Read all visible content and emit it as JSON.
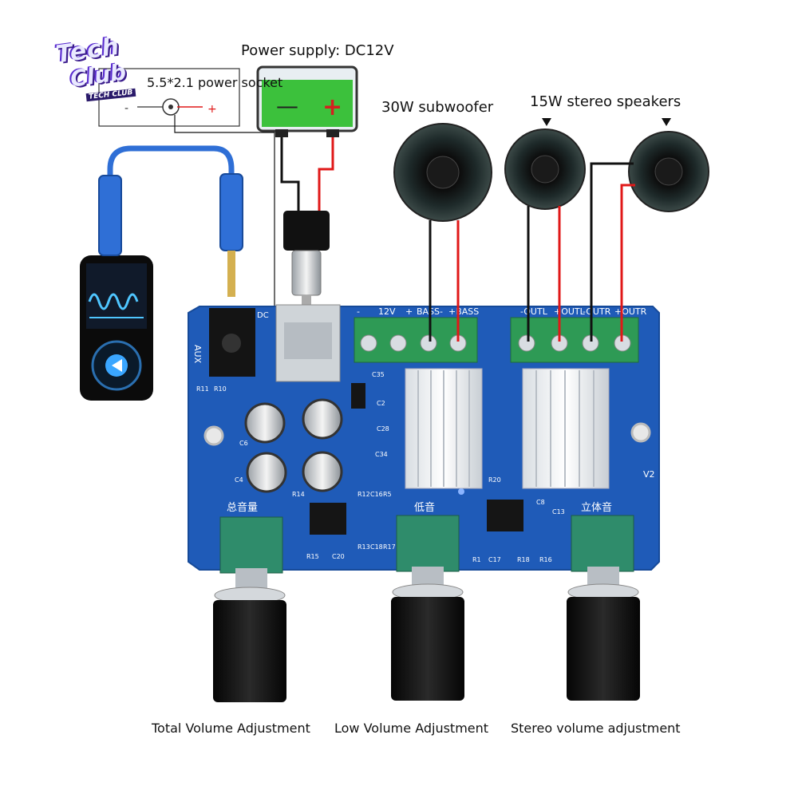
{
  "logo": {
    "line1": "Tech",
    "line2": "Club",
    "sub": "TECH CLUB"
  },
  "power_supply": {
    "title": "Power supply: DC12V",
    "minus": "—",
    "plus": "+"
  },
  "socket": {
    "label": "5.5*2.1 power socket",
    "minus": "-",
    "plus": "+"
  },
  "speakers": {
    "sub_label": "30W subwoofer",
    "stereo_label": "15W stereo speakers"
  },
  "board": {
    "terminal_labels": [
      "-",
      "12V",
      "+",
      "BASS-",
      "+BASS",
      "-OUTL",
      "+OUTL",
      "-OUTR",
      "+OUTR"
    ],
    "aux": "AUX",
    "dc": "DC",
    "version": "V2",
    "knob_labels": [
      "总音量",
      "低音",
      "立体音"
    ],
    "components": [
      "R11",
      "R10",
      "C35",
      "C2",
      "C28",
      "C34",
      "C6",
      "C4",
      "R14",
      "R12",
      "C16",
      "R5",
      "R15",
      "C20",
      "R13",
      "C18",
      "R17",
      "R20",
      "C8",
      "C13",
      "R1",
      "C17",
      "R18",
      "R16"
    ]
  },
  "captions": {
    "total": "Total Volume Adjustment",
    "low": "Low Volume Adjustment",
    "stereo": "Stereo volume adjustment"
  },
  "colors": {
    "pcb": "#1f5bb8",
    "battery": "#3cc13c",
    "terminal": "#2e9a55",
    "pot": "#2f8c6b",
    "wire_red": "#e01818",
    "wire_black": "#111111",
    "cable": "#2f6fd6"
  }
}
